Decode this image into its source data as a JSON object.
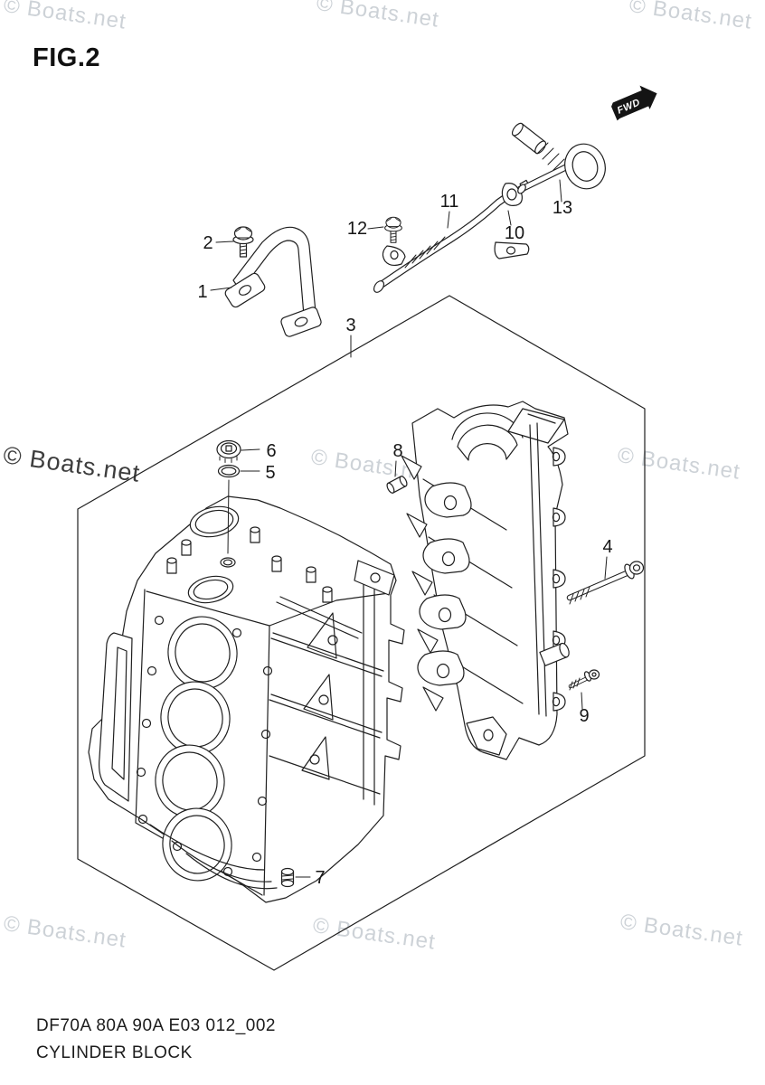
{
  "figure": {
    "title": "FIG.2"
  },
  "watermark": {
    "text": "© Boats.net",
    "light_color": "#cdd2d7",
    "dark_color": "#3d3d3d"
  },
  "flag": {
    "label": "FWD"
  },
  "parts": [
    {
      "number": "1"
    },
    {
      "number": "2"
    },
    {
      "number": "3"
    },
    {
      "number": "4"
    },
    {
      "number": "5"
    },
    {
      "number": "6"
    },
    {
      "number": "7"
    },
    {
      "number": "8"
    },
    {
      "number": "9"
    },
    {
      "number": "10"
    },
    {
      "number": "11"
    },
    {
      "number": "12"
    },
    {
      "number": "13"
    }
  ],
  "footer": {
    "model_line": "DF70A 80A 90A E03 012_002",
    "caption": "CYLINDER BLOCK"
  },
  "drawing": {
    "ink_color": "#1f1f1f",
    "background_color": "#ffffff"
  }
}
